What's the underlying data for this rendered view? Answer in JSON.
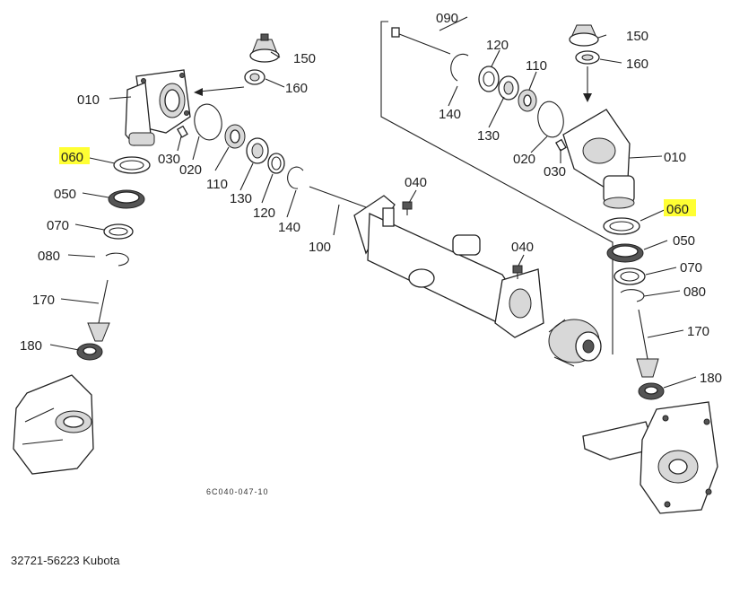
{
  "parts": {
    "p090": "090",
    "p120": "120",
    "p110": "110",
    "p140": "140",
    "p130": "130",
    "p020": "020",
    "p030": "030",
    "p010": "010",
    "p150": "150",
    "p160": "160",
    "p060": "060",
    "p050": "050",
    "p070": "070",
    "p080": "080",
    "p170": "170",
    "p180": "180",
    "p100": "100",
    "p040": "040"
  },
  "highlight_color": "#ffff33",
  "drawing_code": "6C040-047-10",
  "caption": "32721-56223 Kubota"
}
